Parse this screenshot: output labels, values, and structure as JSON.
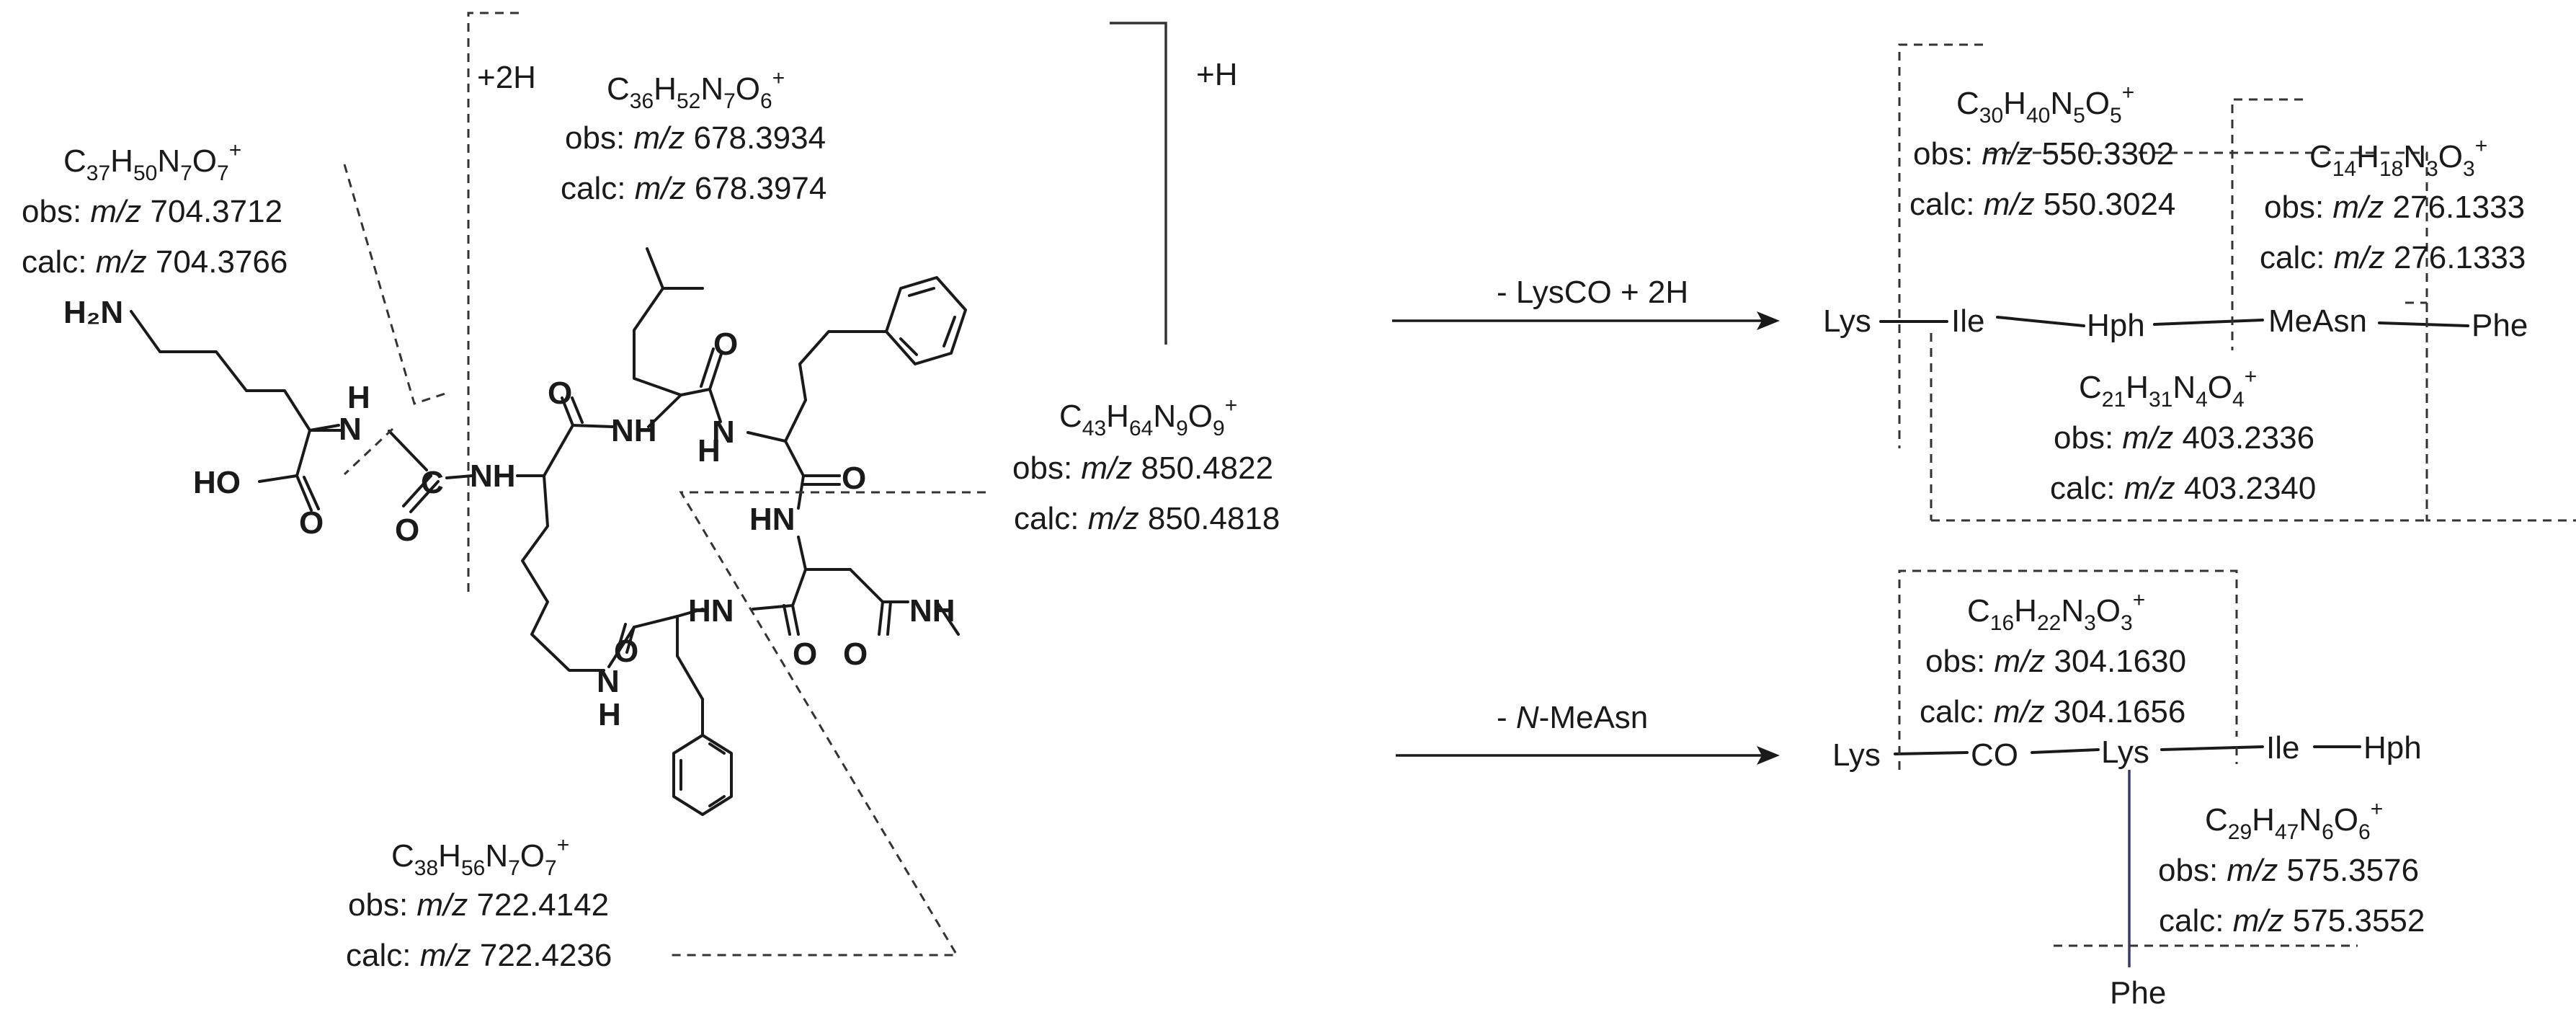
{
  "fragments": {
    "f704": {
      "formula": [
        "C",
        "37",
        "H",
        "50",
        "N",
        "7",
        "O",
        "7",
        "+"
      ],
      "obs_label": "obs:",
      "obs_unit": "m/z",
      "obs_value": "704.3712",
      "calc_label": "calc:",
      "calc_unit": "m/z",
      "calc_value": "704.3766"
    },
    "f678": {
      "formula": [
        "C",
        "36",
        "H",
        "52",
        "N",
        "7",
        "O",
        "6",
        "+"
      ],
      "obs_label": "obs:",
      "obs_unit": "m/z",
      "obs_value": "678.3934",
      "calc_label": "calc:",
      "calc_unit": "m/z",
      "calc_value": "678.3974"
    },
    "f850": {
      "formula": [
        "C",
        "43",
        "H",
        "64",
        "N",
        "9",
        "O",
        "9",
        "+"
      ],
      "obs_label": "obs:",
      "obs_unit": "m/z",
      "obs_value": "850.4822",
      "calc_label": "calc:",
      "calc_unit": "m/z",
      "calc_value": "850.4818"
    },
    "f722": {
      "formula": [
        "C",
        "38",
        "H",
        "56",
        "N",
        "7",
        "O",
        "7",
        "+"
      ],
      "obs_label": "obs:",
      "obs_unit": "m/z",
      "obs_value": "722.4142",
      "calc_label": "calc:",
      "calc_unit": "m/z",
      "calc_value": "722.4236"
    },
    "f550": {
      "formula": [
        "C",
        "30",
        "H",
        "40",
        "N",
        "5",
        "O",
        "5",
        "+"
      ],
      "obs_label": "obs:",
      "obs_unit": "m/z",
      "obs_value": "550.3302",
      "calc_label": "calc:",
      "calc_unit": "m/z",
      "calc_value": "550.3024"
    },
    "f276": {
      "formula": [
        "C",
        "14",
        "H",
        "18",
        "N",
        "3",
        "O",
        "3",
        "+"
      ],
      "obs_label": "obs:",
      "obs_unit": "m/z",
      "obs_value": "276.1333",
      "calc_label": "calc:",
      "calc_unit": "m/z",
      "calc_value": "276.1333"
    },
    "f403": {
      "formula": [
        "C",
        "21",
        "H",
        "31",
        "N",
        "4",
        "O",
        "4",
        "+"
      ],
      "obs_label": "obs:",
      "obs_unit": "m/z",
      "obs_value": "403.2336",
      "calc_label": "calc:",
      "calc_unit": "m/z",
      "calc_value": "403.2340"
    },
    "f304": {
      "formula": [
        "C",
        "16",
        "H",
        "22",
        "N",
        "3",
        "O",
        "3",
        "+"
      ],
      "obs_label": "obs:",
      "obs_unit": "m/z",
      "obs_value": "304.1630",
      "calc_label": "calc:",
      "calc_unit": "m/z",
      "calc_value": "304.1656"
    },
    "f575": {
      "formula": [
        "C",
        "29",
        "H",
        "47",
        "N",
        "6",
        "O",
        "6",
        "+"
      ],
      "obs_label": "obs:",
      "obs_unit": "m/z",
      "obs_value": "575.3576",
      "calc_label": "calc:",
      "calc_unit": "m/z",
      "calc_value": "575.3552"
    }
  },
  "adducts": {
    "plus2h": "+2H",
    "plush": "+H"
  },
  "atoms": {
    "h2n": "H₂N",
    "nh_a": "N",
    "nh_a_h": "H",
    "ho": "HO",
    "o_lys": "O",
    "c_carb": "C",
    "o_carb": "O",
    "nh_b": "NH",
    "o_b": "O",
    "nh_c": "NH",
    "o_c": "O",
    "nh_d_h": "H",
    "nh_d_n": "N",
    "o_d": "O",
    "nh_e": "HN",
    "o_e": "O",
    "nh_f": "NH",
    "o_f": "O",
    "hn_g": "HN",
    "o_g": "O",
    "nh_h": "N",
    "nh_h_h": "H",
    "o_h": "O"
  },
  "reactions": {
    "r1": {
      "label_main": "- LysCO + 2H"
    },
    "r2": {
      "label_prefix": "- ",
      "label_italic": "N",
      "label_suffix": "-MeAsn"
    }
  },
  "seq1": {
    "lys": "Lys",
    "ile": "Ile",
    "hph": "Hph",
    "measn": "MeAsn",
    "phe": "Phe"
  },
  "seq2": {
    "lys1": "Lys",
    "co": "CO",
    "lys2": "Lys",
    "ile": "Ile",
    "hph": "Hph",
    "phe": "Phe"
  }
}
